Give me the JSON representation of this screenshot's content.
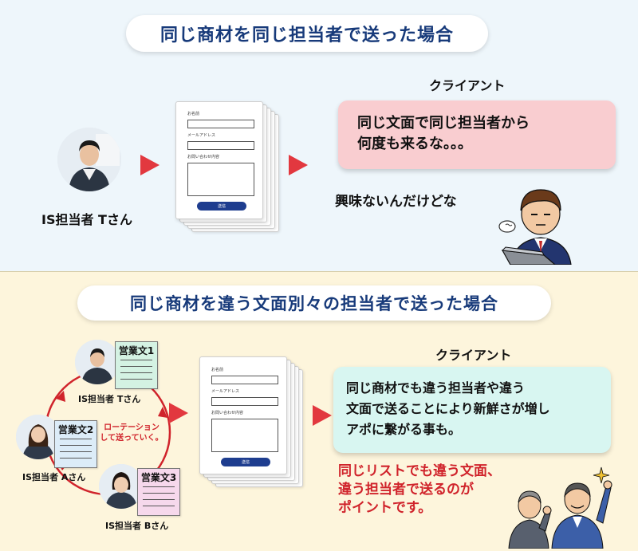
{
  "top": {
    "heading": "同じ商材を同じ担当者で送った場合",
    "sender_label": "IS担当者  Tさん",
    "client_label": "クライアント",
    "bubble_text": "同じ文面で同じ担当者から\n何度も来るな。。。",
    "client_thought": "興味ないんだけどな",
    "form": {
      "name_label": "お名前",
      "email_label": "メールアドレス",
      "inquiry_label": "お問い合わせ内容",
      "submit_label": "送信"
    }
  },
  "bottom": {
    "heading": "同じ商材を違う文面別々の担当者で送った場合",
    "client_label": "クライアント",
    "bubble_text": "同じ商材でも違う担当者や違う\n文面で送ることにより新鮮さが増し\nアポに繋がる事も。",
    "rotation_text": "ローテーション\nして送っていく。",
    "point_text": "同じリストでも違う文面、\n違う担当者で送るのが\nポイントです。",
    "members": [
      {
        "label": "IS担当者  Tさん",
        "note": "営業文1",
        "note_color": "#d4f2e3"
      },
      {
        "label": "IS担当者  Aさん",
        "note": "営業文2",
        "note_color": "#dcecf8"
      },
      {
        "label": "IS担当者  Bさん",
        "note": "営業文3",
        "note_color": "#f6d8ec"
      }
    ],
    "form": {
      "name_label": "お名前",
      "email_label": "メールアドレス",
      "inquiry_label": "お問い合わせ内容",
      "submit_label": "送信"
    }
  },
  "colors": {
    "heading": "#173a7a",
    "arrow": "#e2383f",
    "bubble_pink": "#f9cdd0",
    "bubble_mint": "#d8f6f1",
    "accent_red": "#d0232b",
    "top_bg": "#eef6fb",
    "bottom_bg": "#fdf5dc"
  }
}
